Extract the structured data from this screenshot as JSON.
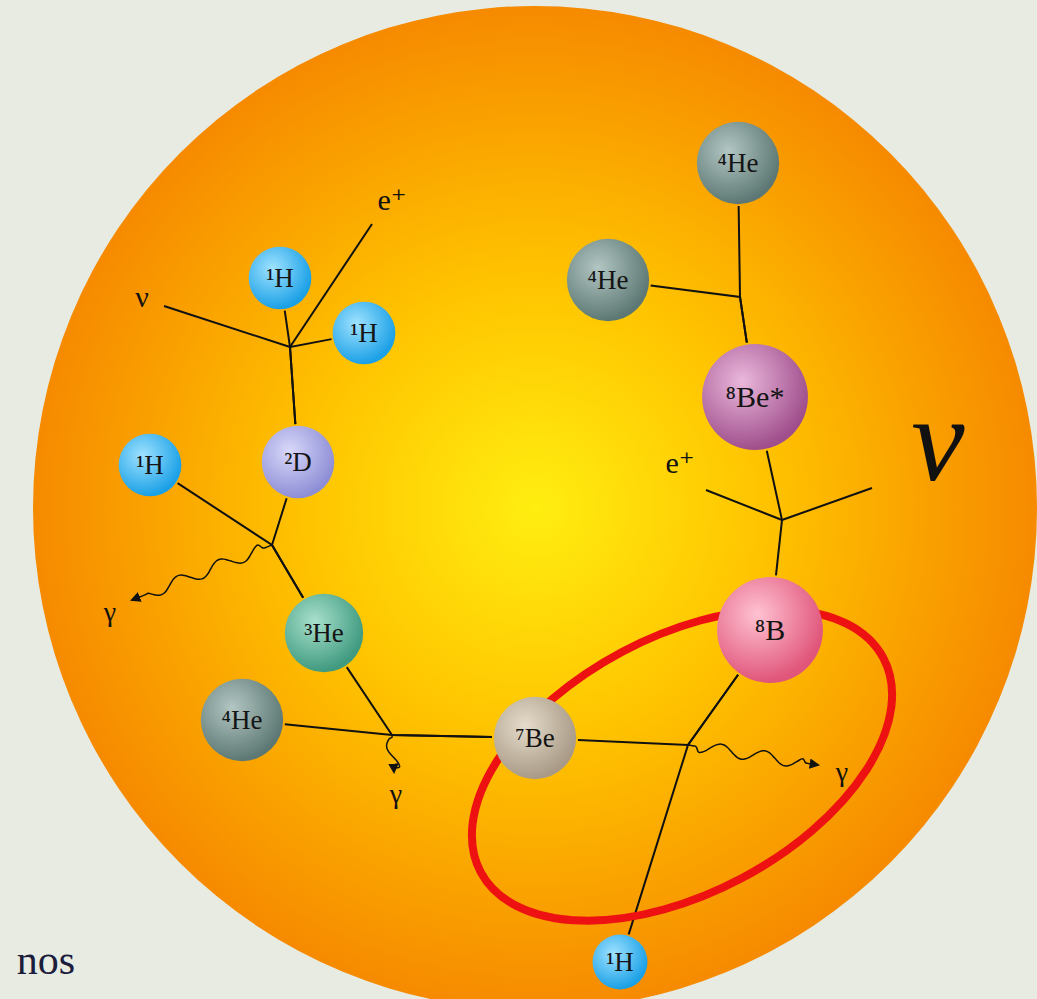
{
  "diagram": {
    "nodes": [
      {
        "text": [
          "¹H"
        ]
      },
      {
        "text": [
          "¹H"
        ]
      },
      {
        "text": [
          "²D"
        ]
      },
      {
        "text": [
          "¹H"
        ]
      },
      {
        "text": [
          "³He"
        ]
      },
      {
        "text": [
          "⁴He"
        ]
      },
      {
        "text": [
          "⁷Be"
        ]
      },
      {
        "text": [
          "¹H"
        ]
      },
      {
        "text": [
          "⁸B"
        ]
      },
      {
        "text": [
          "⁸Be*"
        ]
      },
      {
        "text": [
          "⁴He"
        ]
      },
      {
        "text": [
          "⁴He"
        ]
      }
    ],
    "edges": [
      {
        "from": 0,
        "to": 2,
        "arrow": "none"
      },
      {
        "from": 1,
        "to": 2,
        "arrow": "none"
      },
      {
        "from": 3,
        "to": 4,
        "arrow": "none"
      },
      {
        "from": 2,
        "to": 4,
        "arrow": "none"
      },
      {
        "from": 4,
        "to": 6,
        "arrow": "none"
      },
      {
        "from": 5,
        "to": 6,
        "arrow": "none"
      },
      {
        "from": 6,
        "to": 8,
        "arrow": "none"
      },
      {
        "from": 7,
        "to": 8,
        "arrow": "none"
      },
      {
        "from": 8,
        "to": 9,
        "arrow": "none"
      },
      {
        "from": 9,
        "to": 10,
        "arrow": "none"
      },
      {
        "from": 9,
        "to": 11,
        "arrow": "none"
      }
    ],
    "labels": [
      "ν",
      "e⁺",
      "γ",
      "γ",
      "γ",
      "e⁺",
      "ν",
      "nos"
    ]
  }
}
